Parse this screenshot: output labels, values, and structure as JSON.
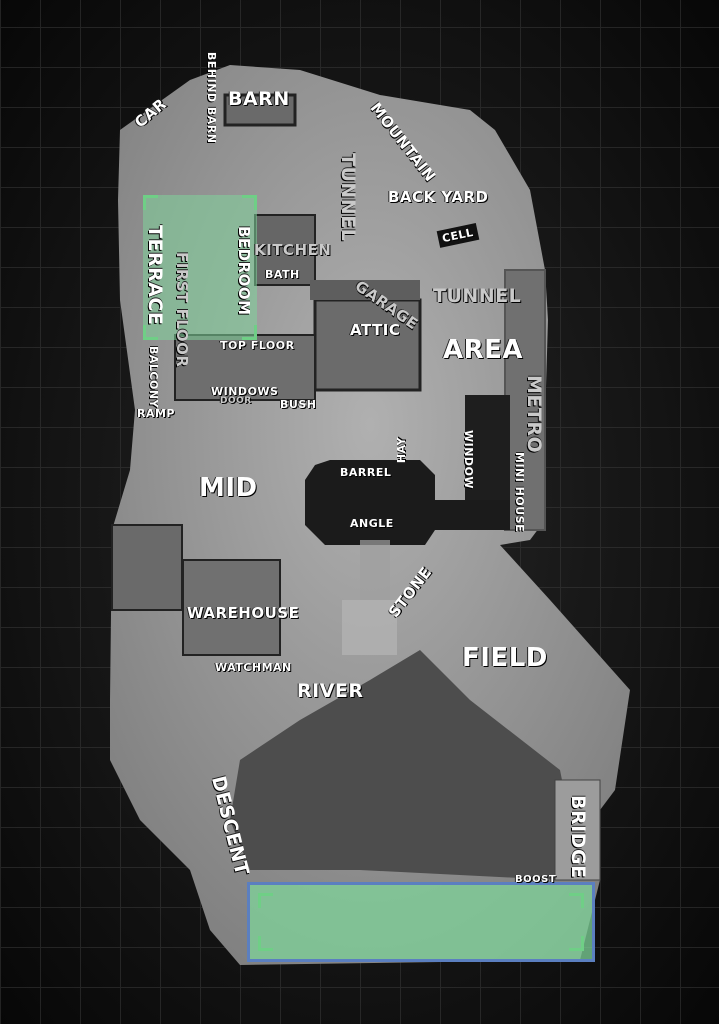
{
  "map": {
    "callouts": {
      "car": "CAR",
      "behind_barn": "BEHIND BARN",
      "barn": "BARN",
      "mountain": "MOUNTAIN",
      "tunnel_vertical": "TUNNEL",
      "back_yard": "BACK YARD",
      "cell": "CELL",
      "terrace": "TERRACE",
      "first_floor": "FIRST FLOOR",
      "bedroom": "BEDROOM",
      "kitchen": "KITCHEN",
      "bath": "BATH",
      "garage": "GARAGE",
      "tunnel": "TUNNEL",
      "attic": "ATTIC",
      "area": "AREA",
      "top_floor": "TOP FLOOR",
      "balcony": "BALCONY",
      "metro": "METRO",
      "windows": "WINDOWS",
      "door": "DOOR",
      "bush": "BUSH",
      "ramp": "RAMP",
      "hay": "HAY",
      "window": "WINDOW",
      "mini_house": "MINI HOUSE",
      "mid": "MID",
      "barrel": "BARREL",
      "angle": "ANGLE",
      "stone": "STONE",
      "warehouse": "WAREHOUSE",
      "field": "FIELD",
      "watchman": "WATCHMAN",
      "river": "RIVER",
      "descent": "DESCENT",
      "bridge": "BRIDGE",
      "boost": "BOOST"
    },
    "colors": {
      "zone_green": "#7fd49a",
      "spawn_border": "#5b7fc0",
      "ground": "#9a9a9a"
    }
  }
}
